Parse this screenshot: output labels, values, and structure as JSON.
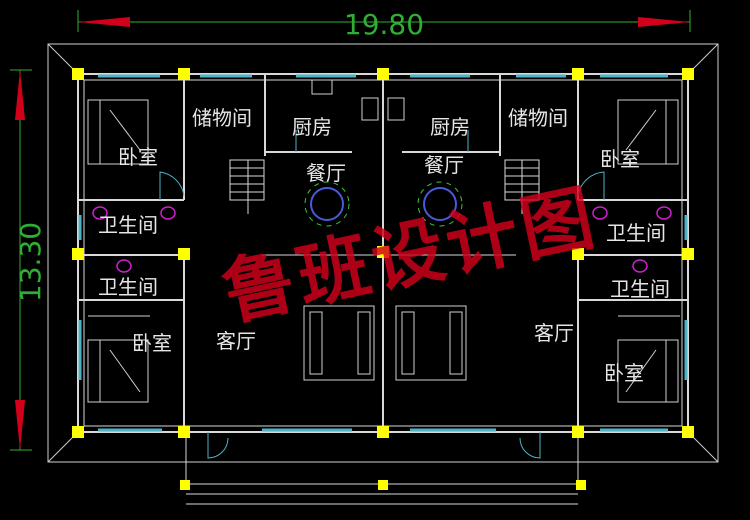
{
  "dimensions": {
    "width_label": "19.80",
    "height_label": "13.30"
  },
  "rooms": {
    "bedroom_tl": "卧室",
    "storage_l": "储物间",
    "kitchen_l": "厨房",
    "kitchen_r": "厨房",
    "storage_r": "储物间",
    "bedroom_tr": "卧室",
    "dining_l": "餐厅",
    "dining_r": "餐厅",
    "bath_l1": "卫生间",
    "bath_l2": "卫生间",
    "bath_r1": "卫生间",
    "bath_r2": "卫生间",
    "bedroom_bl": "卧室",
    "living_l": "客厅",
    "living_r": "客厅",
    "bedroom_br": "卧室"
  },
  "watermark": "鲁班设计图",
  "colors": {
    "background": "#000000",
    "wall": "#d9d9d9",
    "column": "#ffff00",
    "window": "#4fb3c8",
    "dimension": "#2fae33",
    "dimension_arrow": "#d3001b",
    "furniture_blue": "#4a5ad8",
    "furniture_green": "#3cc43c",
    "fixture_magenta": "#d020d0",
    "watermark": "#d3001b"
  }
}
